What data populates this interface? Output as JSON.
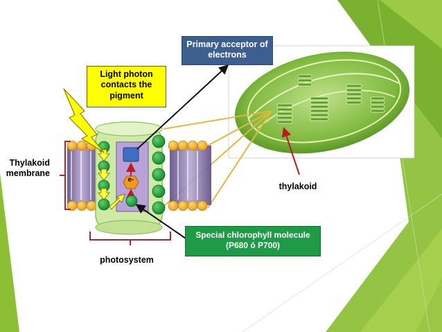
{
  "labels": {
    "primary_acceptor": "Primary acceptor of electrons",
    "light_photon": "Light photon contacts the pigment",
    "special_chlorophyll": "Special chlorophyll molecule (P680 ó P700)",
    "thylakoid_membrane": "Thylakoid membrane",
    "thylakoid": "thylakoid",
    "photosystem": "photosystem",
    "electron": "e-"
  },
  "colors": {
    "slide_green_dark": "#7ab12e",
    "slide_green_light": "#a6cf4a",
    "acceptor_box": "#3c5f8f",
    "photon_box": "#ffff00",
    "chlorophyll_box": "#1f9a47",
    "phospholipid_head": "#f2b233",
    "protein_purple": "#7e6aa3",
    "photosystem_fill": "#cfe9a6",
    "reaction_center": "#b9a2d8",
    "arrow_black": "#111111",
    "arrow_red": "#c0181e",
    "bracket_red": "#b3252b",
    "guide_gold": "#e0b83b"
  },
  "icons": {
    "lightning": "lightning-bolt-icon",
    "electron": "electron-hexagon-icon",
    "acceptor": "acceptor-square-icon"
  }
}
